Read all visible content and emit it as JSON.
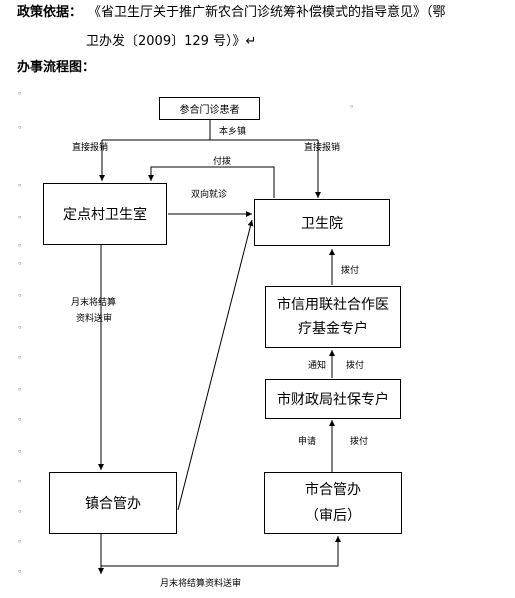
{
  "policy": {
    "label": "政策依据：",
    "line1": "《省卫生厅关于推广新农合门诊统筹补偿模式的指导意见》（鄂",
    "line2": "卫办发〔2009〕129 号）》↵"
  },
  "process": {
    "label": "办事流程图："
  },
  "nodes": {
    "patient": "参合门诊患者",
    "village": "定点村卫生室",
    "hospital": "卫生院",
    "fund_line1": "市信用联社合作医",
    "fund_line2": "疗基金专户",
    "finance": "市财政局社保专户",
    "town": "镇合管办",
    "city_line1": "市合管办",
    "city_line2": "（审后）"
  },
  "edge_labels": {
    "local_town": "本乡镇",
    "settle_left": "直接报销",
    "settle_right": "直接报销",
    "pay_top": "付拨",
    "referral": "双向就诊",
    "pay_hospital": "拨付",
    "monthly_left_1": "月末将结算",
    "monthly_left_2": "资料送审",
    "notify": "通知",
    "pay_fund": "拨付",
    "apply": "申请",
    "pay_finance": "拨付",
    "monthly_bottom": "月末将结算资料送审"
  },
  "marks": {
    "para": "↵",
    "v": "。"
  }
}
